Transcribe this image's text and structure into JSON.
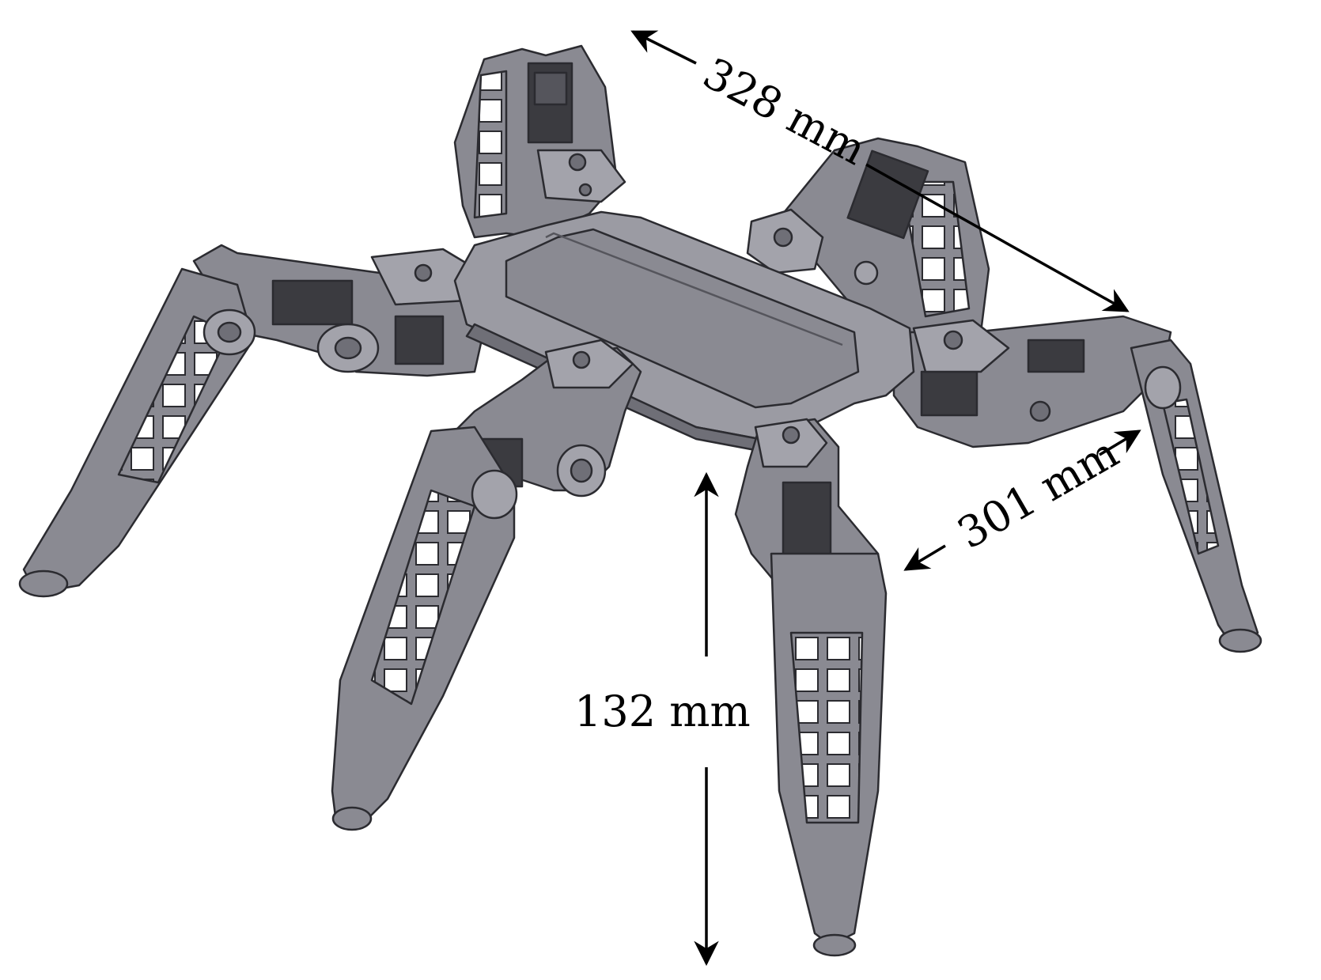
{
  "figure": {
    "subject": "hexapod-robot-cad-render",
    "dimensions": [
      {
        "id": "length",
        "label": "328 mm"
      },
      {
        "id": "width",
        "label": "301 mm"
      },
      {
        "id": "height",
        "label": "132 mm"
      }
    ]
  },
  "colors": {
    "body": "#8a8a92",
    "body_light": "#a3a3ab",
    "body_dark": "#6f6f77",
    "edge": "#2b2b30",
    "servo": "#3b3b40",
    "arrow": "#000000"
  }
}
